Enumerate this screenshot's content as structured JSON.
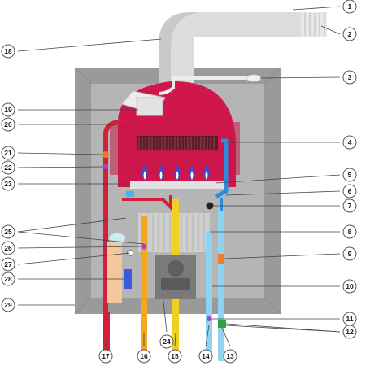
{
  "diagram": {
    "subject": "gas boiler cutaway",
    "colors": {
      "casing": "#9a9a9a",
      "casing_inner": "#b5b5b5",
      "flue_pipe": "#d8d8d8",
      "combustion_chamber": "#d0174b",
      "heat_exchanger_fins": "#5a1f24",
      "burner_flame": "#3a4bd8",
      "hot_pipe": "#d41f3c",
      "gas_pipe": "#f0d020",
      "cold_pipe": "#8fd3f0",
      "heating_return": "#f5a623",
      "plate_exchanger": "#cfcfcf",
      "control_unit": "#7a7a7a",
      "expansion_vessel": "#f3c79b",
      "pump_motor": "#3b5bd8"
    },
    "callouts": [
      "1",
      "2",
      "3",
      "4",
      "5",
      "6",
      "7",
      "8",
      "9",
      "10",
      "11",
      "12",
      "13",
      "14",
      "15",
      "16",
      "17",
      "18",
      "19",
      "20",
      "21",
      "22",
      "23",
      "24",
      "25",
      "26",
      "27",
      "28",
      "29"
    ]
  }
}
